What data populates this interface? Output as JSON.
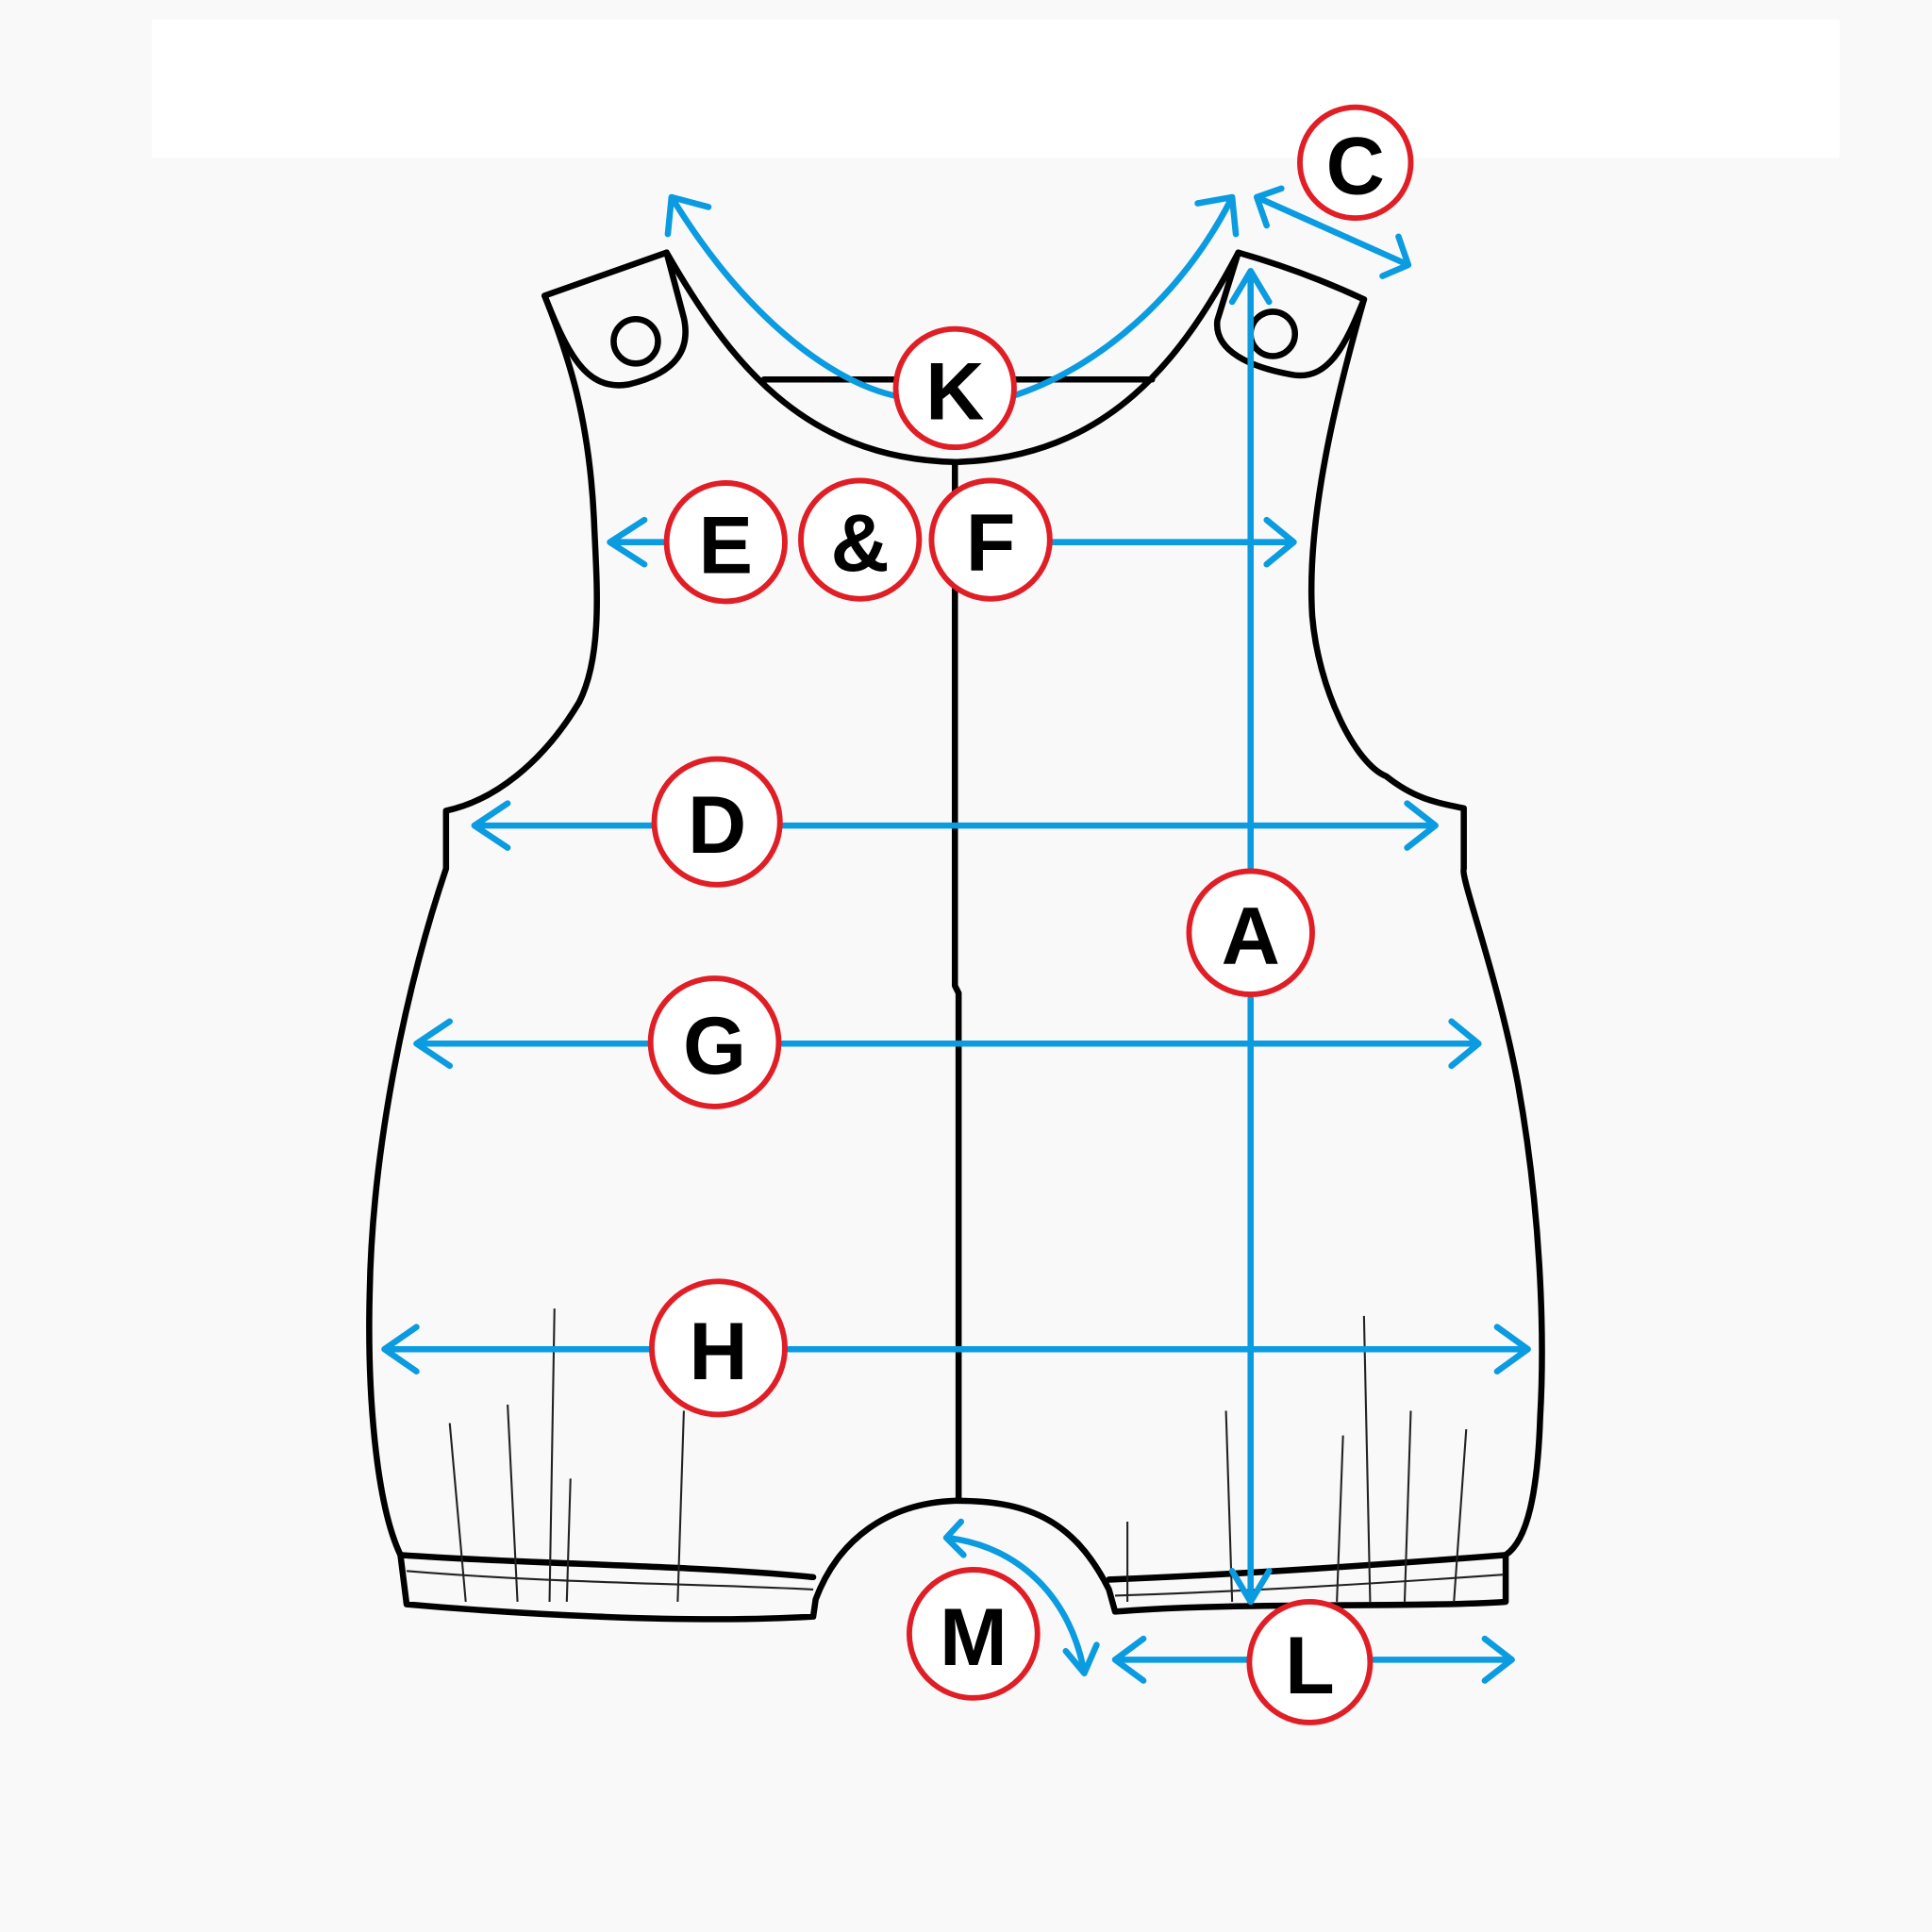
{
  "colors": {
    "arrow": "#0a9be0",
    "badge_ring": "#e01e26",
    "outline": "#000000"
  },
  "labels": {
    "K": "K",
    "E": "E",
    "amp": "&",
    "F": "F",
    "D": "D",
    "A": "A",
    "G": "G",
    "H": "H",
    "C": "C",
    "M": "M",
    "L": "L"
  }
}
